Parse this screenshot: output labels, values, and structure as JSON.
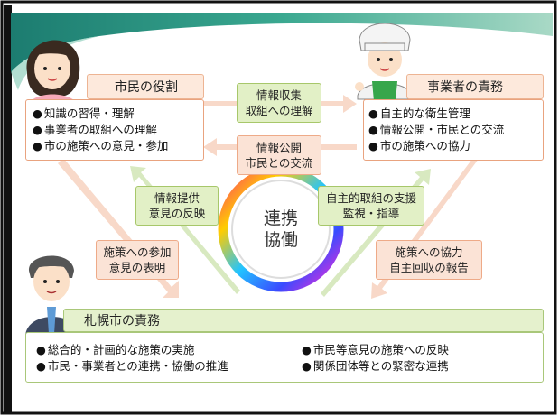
{
  "center": {
    "line1": "連携",
    "line2": "協働"
  },
  "citizen": {
    "title": "市民の役割",
    "items": [
      "知識の習得・理解",
      "事業者の取組への理解",
      "市の施策への意見・参加"
    ]
  },
  "business": {
    "title": "事業者の責務",
    "items": [
      "自主的な衛生管理",
      "情報公開・市民との交流",
      "市の施策への協力"
    ]
  },
  "city": {
    "title": "札幌市の責務",
    "items_left": [
      "総合的・計画的な施策の実施",
      "市民・事業者との連携・協働の推進"
    ],
    "items_right": [
      "市民等意見の施策への反映",
      "関係団体等との緊密な連携"
    ]
  },
  "links": {
    "info_collect": [
      "情報収集",
      "取組への理解"
    ],
    "info_disclose": [
      "情報公開",
      "市民との交流"
    ],
    "info_provide": [
      "情報提供",
      "意見の反映"
    ],
    "support": [
      "自主的取組の支援",
      "監視・指導"
    ],
    "participate": [
      "施策への参加",
      "意見の表明"
    ],
    "cooperate": [
      "施策への協力",
      "自主回収の報告"
    ]
  },
  "colors": {
    "green": "#a7c76a",
    "peach": "#eeaa88",
    "teal": "#1e7f74"
  }
}
